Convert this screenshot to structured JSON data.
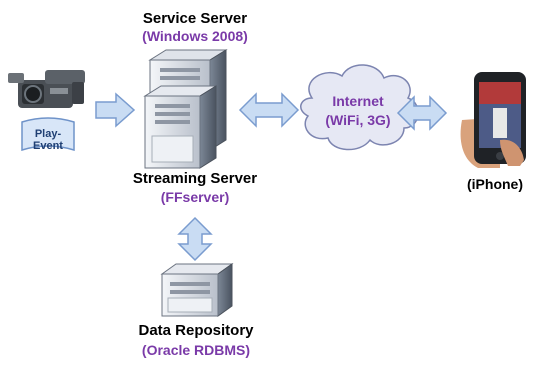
{
  "service_server": {
    "name": "Service Server",
    "detail": "(Windows 2008)"
  },
  "streaming_server": {
    "name": "Streaming Server",
    "detail": "(FFserver)"
  },
  "data_repository": {
    "name": "Data Repository",
    "detail": "(Oracle RDBMS)"
  },
  "network": {
    "name": "Internet",
    "detail": "(WiFi, 3G)"
  },
  "client": {
    "name": "(iPhone)"
  },
  "source": {
    "label": "Play-Event"
  },
  "colors": {
    "purple": "#7a3aa8",
    "arrow_fill": "#c9dcf3",
    "arrow_stroke": "#7a9ccf",
    "cloud_fill": "#e6e8f4"
  }
}
